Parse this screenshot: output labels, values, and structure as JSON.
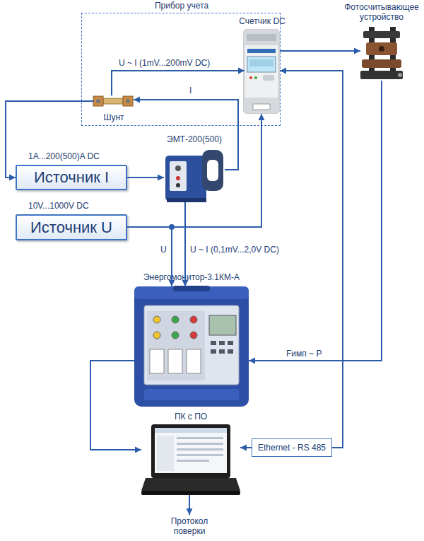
{
  "diagram": {
    "nodes": [
      {
        "text": [
          "Прибор учета"
        ]
      },
      {
        "text": [
          "Счетчик DC"
        ],
        "in": 0
      },
      {
        "text": [
          "Шунт"
        ],
        "in": 0
      },
      {
        "text": [
          "Фотосчитывающее устройство"
        ]
      },
      {
        "text": [
          "1A...200(500)A DC",
          "Источник I"
        ]
      },
      {
        "text": [
          "ЭМТ-200(500)"
        ]
      },
      {
        "text": [
          "10V...1000V DC",
          "Источник U"
        ]
      },
      {
        "text": [
          "Энергомонитор-3.1КМ-А"
        ]
      },
      {
        "text": [
          "ПК с ПО"
        ]
      },
      {
        "text": [
          "Ethernet - RS 485"
        ]
      },
      {
        "text": [
          "Протокол поверки"
        ]
      }
    ],
    "edges": [
      {
        "from": 1,
        "to": 3,
        "arrow": "to"
      },
      {
        "from": 2,
        "to": 1,
        "label": "U ~ I (1mV...200mV DC)",
        "arrow": "to"
      },
      {
        "from": 5,
        "to": 2,
        "label": "I",
        "arrow": "to"
      },
      {
        "from": 2,
        "to": 4,
        "arrow": "to"
      },
      {
        "from": 4,
        "to": 5,
        "arrow": "to"
      },
      {
        "from": 6,
        "to": 1,
        "arrow": "to"
      },
      {
        "from": 6,
        "to": 7,
        "label": "U",
        "arrow": "to"
      },
      {
        "from": 5,
        "to": 7,
        "label": "U ~ I (0,1mV...2,0V DC)",
        "arrow": "to"
      },
      {
        "from": 3,
        "to": 7,
        "label": "Fимп ~ P",
        "arrow": "to"
      },
      {
        "from": 7,
        "to": 8,
        "arrow": "to"
      },
      {
        "from": 9,
        "to": 1,
        "arrow": "to"
      },
      {
        "from": 9,
        "to": 8,
        "arrow": "to"
      },
      {
        "from": 8,
        "to": 10,
        "arrow": "to"
      }
    ]
  }
}
